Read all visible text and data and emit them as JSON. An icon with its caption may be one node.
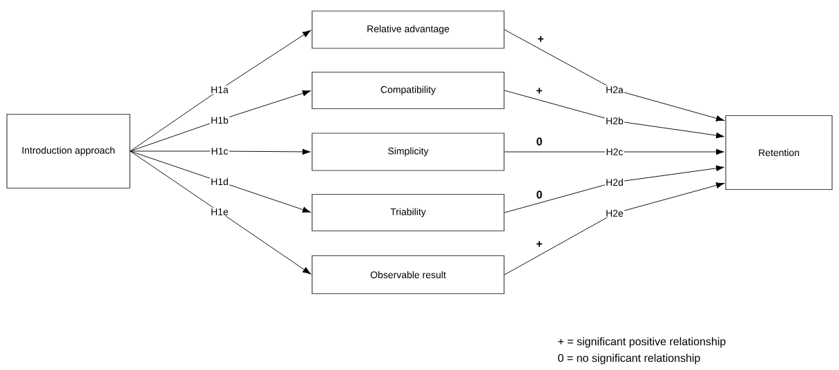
{
  "diagram": {
    "nodes": [
      {
        "text": [
          "Introduction approach"
        ]
      },
      {
        "text": [
          "Relative advantage"
        ]
      },
      {
        "text": [
          "Compatibility"
        ]
      },
      {
        "text": [
          "Simplicity"
        ]
      },
      {
        "text": [
          "Triability"
        ]
      },
      {
        "text": [
          "Observable result"
        ]
      },
      {
        "text": [
          "Retention"
        ]
      }
    ],
    "edges": [
      {
        "from": 0,
        "to": 1,
        "arrow": "to",
        "label": "H1a"
      },
      {
        "from": 0,
        "to": 2,
        "arrow": "to",
        "label": "H1b"
      },
      {
        "from": 0,
        "to": 3,
        "arrow": "to",
        "label": "H1c"
      },
      {
        "from": 0,
        "to": 4,
        "arrow": "to",
        "label": "H1d"
      },
      {
        "from": 0,
        "to": 5,
        "arrow": "to",
        "label": "H1e"
      },
      {
        "from": 1,
        "to": 6,
        "arrow": "to",
        "label": "H2a"
      },
      {
        "from": 2,
        "to": 6,
        "arrow": "to",
        "label": "H2b"
      },
      {
        "from": 3,
        "to": 6,
        "arrow": "to",
        "label": "H2c"
      },
      {
        "from": 4,
        "to": 6,
        "arrow": "to",
        "label": "H2d"
      },
      {
        "from": 5,
        "to": 6,
        "arrow": "to",
        "label": "H2e"
      }
    ],
    "labels": [
      "+",
      "+",
      "0",
      "0",
      "+",
      "+ = significant positive relationship",
      "0 = no significant relationship"
    ]
  }
}
